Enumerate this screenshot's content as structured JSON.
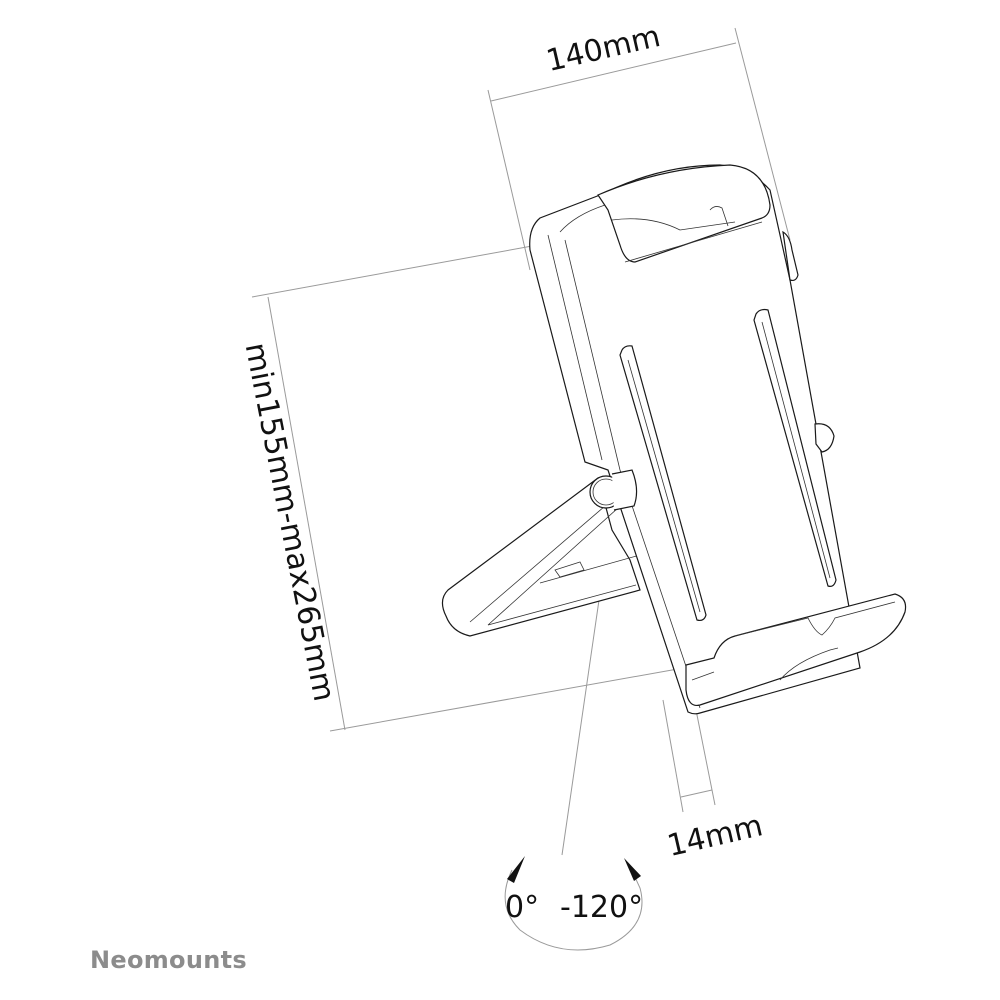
{
  "diagram": {
    "type": "product-dimension-drawing",
    "subject": "tablet stand with adjustable holder",
    "dimensions": {
      "width": "140mm",
      "height_range": "min155mm-max265mm",
      "depth": "14mm"
    },
    "tilt": {
      "min_label": "0°",
      "max_label": "-120°"
    },
    "colors": {
      "line": "#1a1a1a",
      "dimension_line": "#9a9a9a",
      "brand": "#8c8c8c",
      "background": "#ffffff"
    }
  },
  "brand": {
    "name": "Neomounts"
  }
}
